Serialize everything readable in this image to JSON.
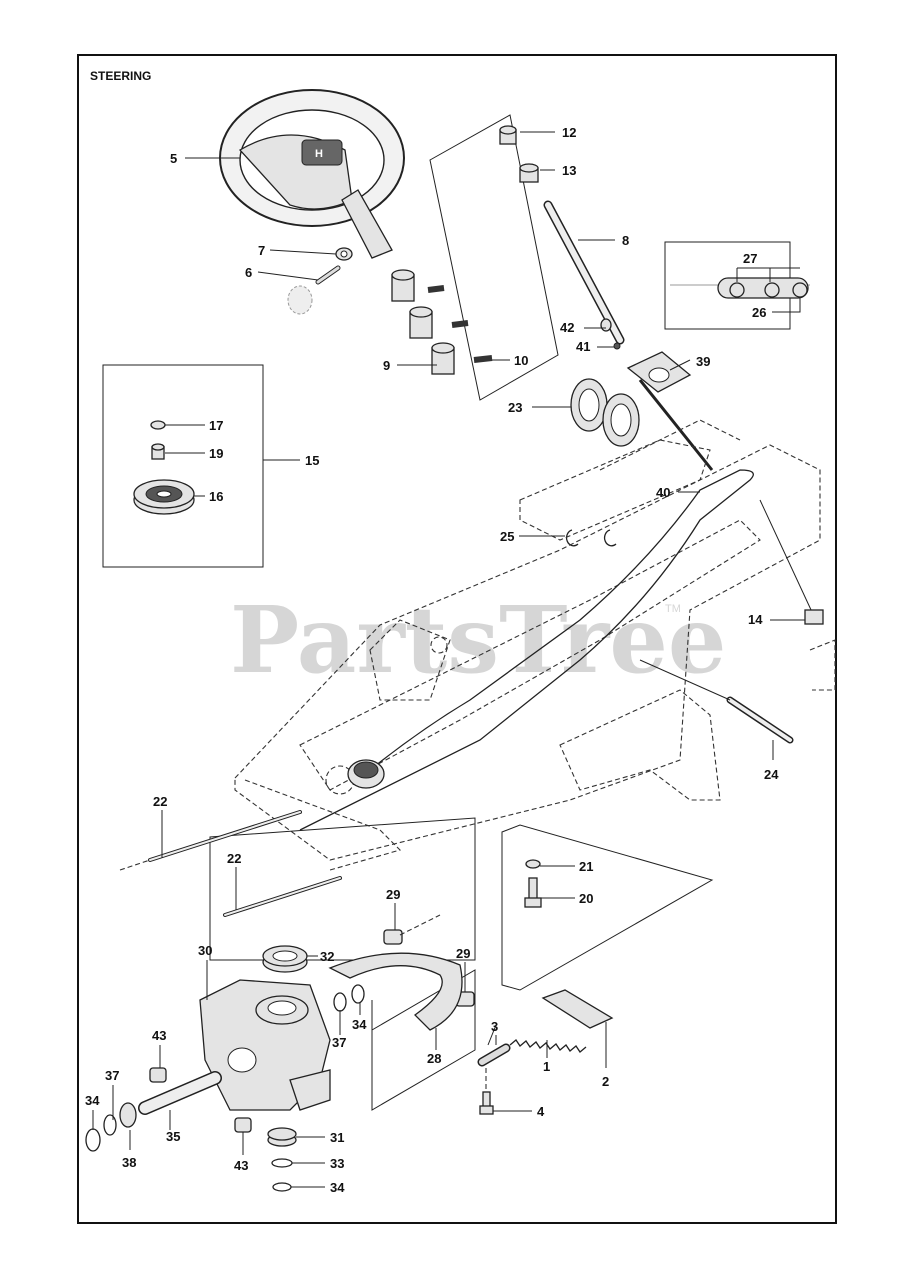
{
  "title": "STEERING",
  "watermark": "PartsTree",
  "watermark_tm": "TM",
  "callouts": [
    {
      "id": "c5",
      "label": "5"
    },
    {
      "id": "c7",
      "label": "7"
    },
    {
      "id": "c6",
      "label": "6"
    },
    {
      "id": "c9",
      "label": "9"
    },
    {
      "id": "c10",
      "label": "10"
    },
    {
      "id": "c12",
      "label": "12"
    },
    {
      "id": "c13",
      "label": "13"
    },
    {
      "id": "c8",
      "label": "8"
    },
    {
      "id": "c27",
      "label": "27"
    },
    {
      "id": "c26",
      "label": "26"
    },
    {
      "id": "c42",
      "label": "42"
    },
    {
      "id": "c41",
      "label": "41"
    },
    {
      "id": "c39",
      "label": "39"
    },
    {
      "id": "c23",
      "label": "23"
    },
    {
      "id": "c17",
      "label": "17"
    },
    {
      "id": "c19",
      "label": "19"
    },
    {
      "id": "c15",
      "label": "15"
    },
    {
      "id": "c16",
      "label": "16"
    },
    {
      "id": "c40",
      "label": "40"
    },
    {
      "id": "c25",
      "label": "25"
    },
    {
      "id": "c14",
      "label": "14"
    },
    {
      "id": "c24",
      "label": "24"
    },
    {
      "id": "c22a",
      "label": "22"
    },
    {
      "id": "c22b",
      "label": "22"
    },
    {
      "id": "c21",
      "label": "21"
    },
    {
      "id": "c20",
      "label": "20"
    },
    {
      "id": "c29a",
      "label": "29"
    },
    {
      "id": "c29b",
      "label": "29"
    },
    {
      "id": "c30",
      "label": "30"
    },
    {
      "id": "c32",
      "label": "32"
    },
    {
      "id": "c34a",
      "label": "34"
    },
    {
      "id": "c37a",
      "label": "37"
    },
    {
      "id": "c28",
      "label": "28"
    },
    {
      "id": "c3",
      "label": "3"
    },
    {
      "id": "c1",
      "label": "1"
    },
    {
      "id": "c2",
      "label": "2"
    },
    {
      "id": "c43a",
      "label": "43"
    },
    {
      "id": "c37b",
      "label": "37"
    },
    {
      "id": "c34b",
      "label": "34"
    },
    {
      "id": "c38",
      "label": "38"
    },
    {
      "id": "c35",
      "label": "35"
    },
    {
      "id": "c43b",
      "label": "43"
    },
    {
      "id": "c31",
      "label": "31"
    },
    {
      "id": "c33",
      "label": "33"
    },
    {
      "id": "c34c",
      "label": "34"
    },
    {
      "id": "c4",
      "label": "4"
    }
  ]
}
